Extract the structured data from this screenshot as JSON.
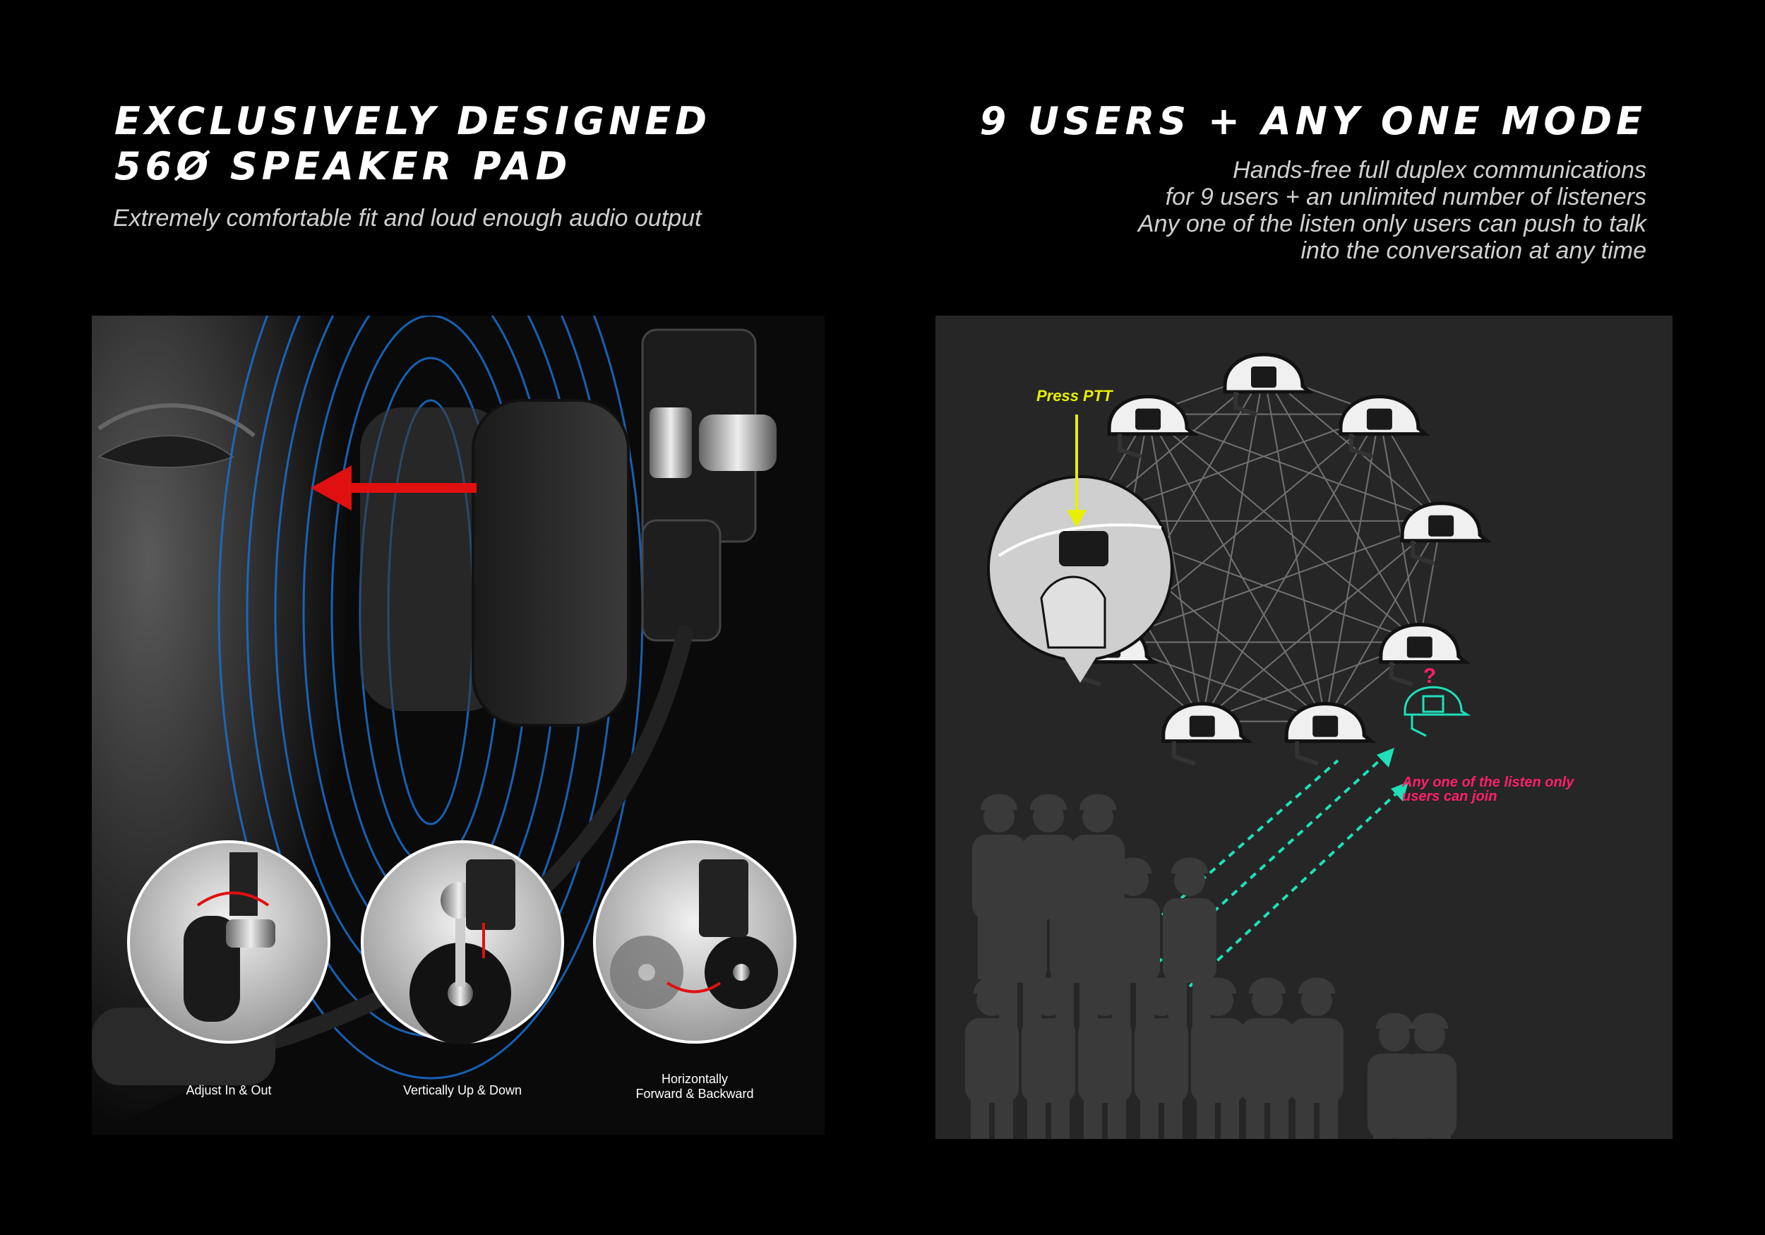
{
  "left": {
    "title_lines": [
      "Exclusively Designed",
      "56Ø Speaker Pad"
    ],
    "subtitle": "Extremely comfortable fit and loud enough audio output",
    "adjust_labels": [
      {
        "lines": [
          "Adjust In & Out"
        ]
      },
      {
        "lines": [
          "Vertically Up & Down"
        ]
      },
      {
        "lines": [
          "Horizontally",
          "Forward & Backward"
        ]
      }
    ]
  },
  "right": {
    "title": "9 Users + Any One Mode",
    "subtitle_lines": [
      "Hands-free full duplex communications",
      "for 9 users + an unlimited number of listeners",
      "Any one of the listen only users can push to talk",
      "into the conversation at any time"
    ],
    "press_ptt": "Press PTT",
    "join_note_lines": [
      "Any one of the listen only",
      "users can join"
    ],
    "question_mark": "?"
  },
  "colors": {
    "background": "#000000",
    "right_panel": "#262626",
    "ptt_yellow": "#e8f000",
    "arrow_red": "#e01010",
    "join_pink": "#ff1f6a",
    "join_teal": "#1fe0b8",
    "wave_blue": "#1a6fd0"
  }
}
